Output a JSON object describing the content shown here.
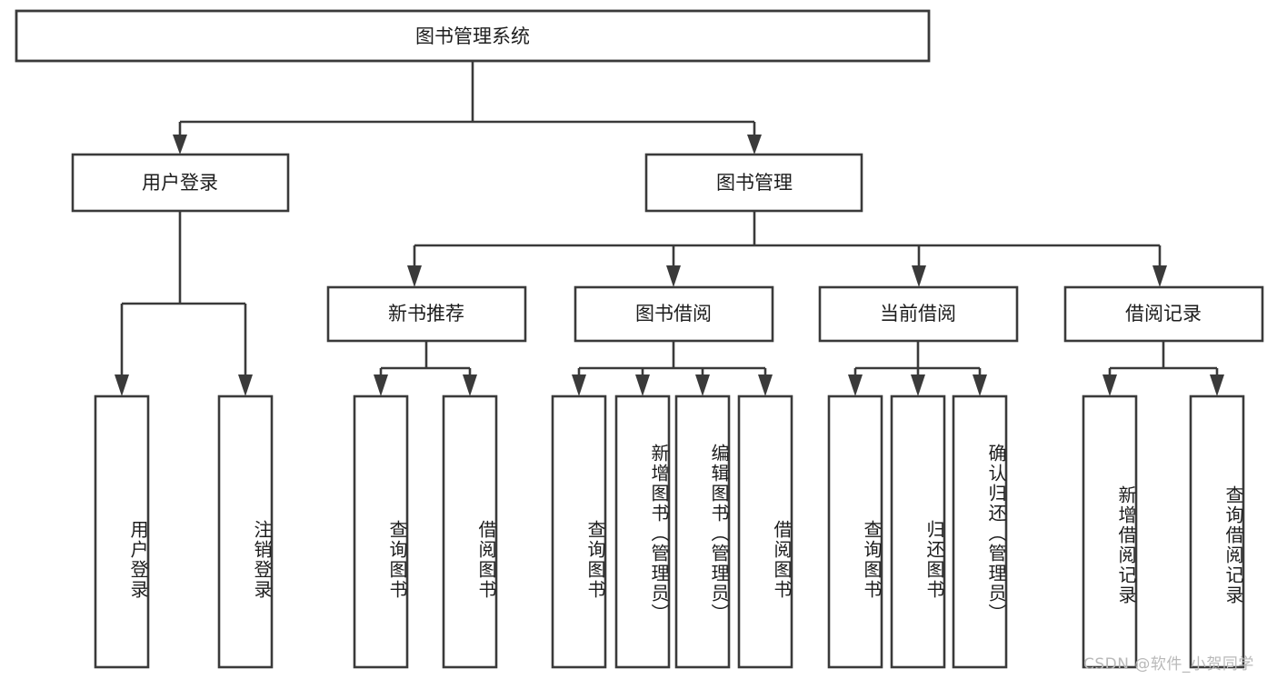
{
  "diagram": {
    "title_node": {
      "label": "图书管理系统"
    },
    "level2": [
      {
        "label": "用户登录"
      },
      {
        "label": "图书管理"
      }
    ],
    "level3": [
      {
        "label": "新书推荐"
      },
      {
        "label": "图书借阅"
      },
      {
        "label": "当前借阅"
      },
      {
        "label": "借阅记录"
      }
    ],
    "leaves": {
      "user_login": [
        {
          "label": "用户登录"
        },
        {
          "label": "注销登录"
        }
      ],
      "new_book": [
        {
          "label": "查询图书"
        },
        {
          "label": "借阅图书"
        }
      ],
      "book_borrow": [
        {
          "label": "查询图书"
        },
        {
          "label": "新增图书（管理员）"
        },
        {
          "label": "编辑图书（管理员）"
        },
        {
          "label": "借阅图书"
        }
      ],
      "current_borrow": [
        {
          "label": "查询图书"
        },
        {
          "label": "归还图书"
        },
        {
          "label": "确认归还（管理员）"
        }
      ],
      "borrow_record": [
        {
          "label": "新增借阅记录"
        },
        {
          "label": "查询借阅记录"
        }
      ]
    }
  },
  "watermark": {
    "text": "CSDN @软件_小贺同学"
  },
  "colors": {
    "box_stroke": "#3a3a3a",
    "box_fill": "#ffffff",
    "text": "#1d1d1d",
    "watermark": "#b9b9b9",
    "background": "#ffffff"
  }
}
